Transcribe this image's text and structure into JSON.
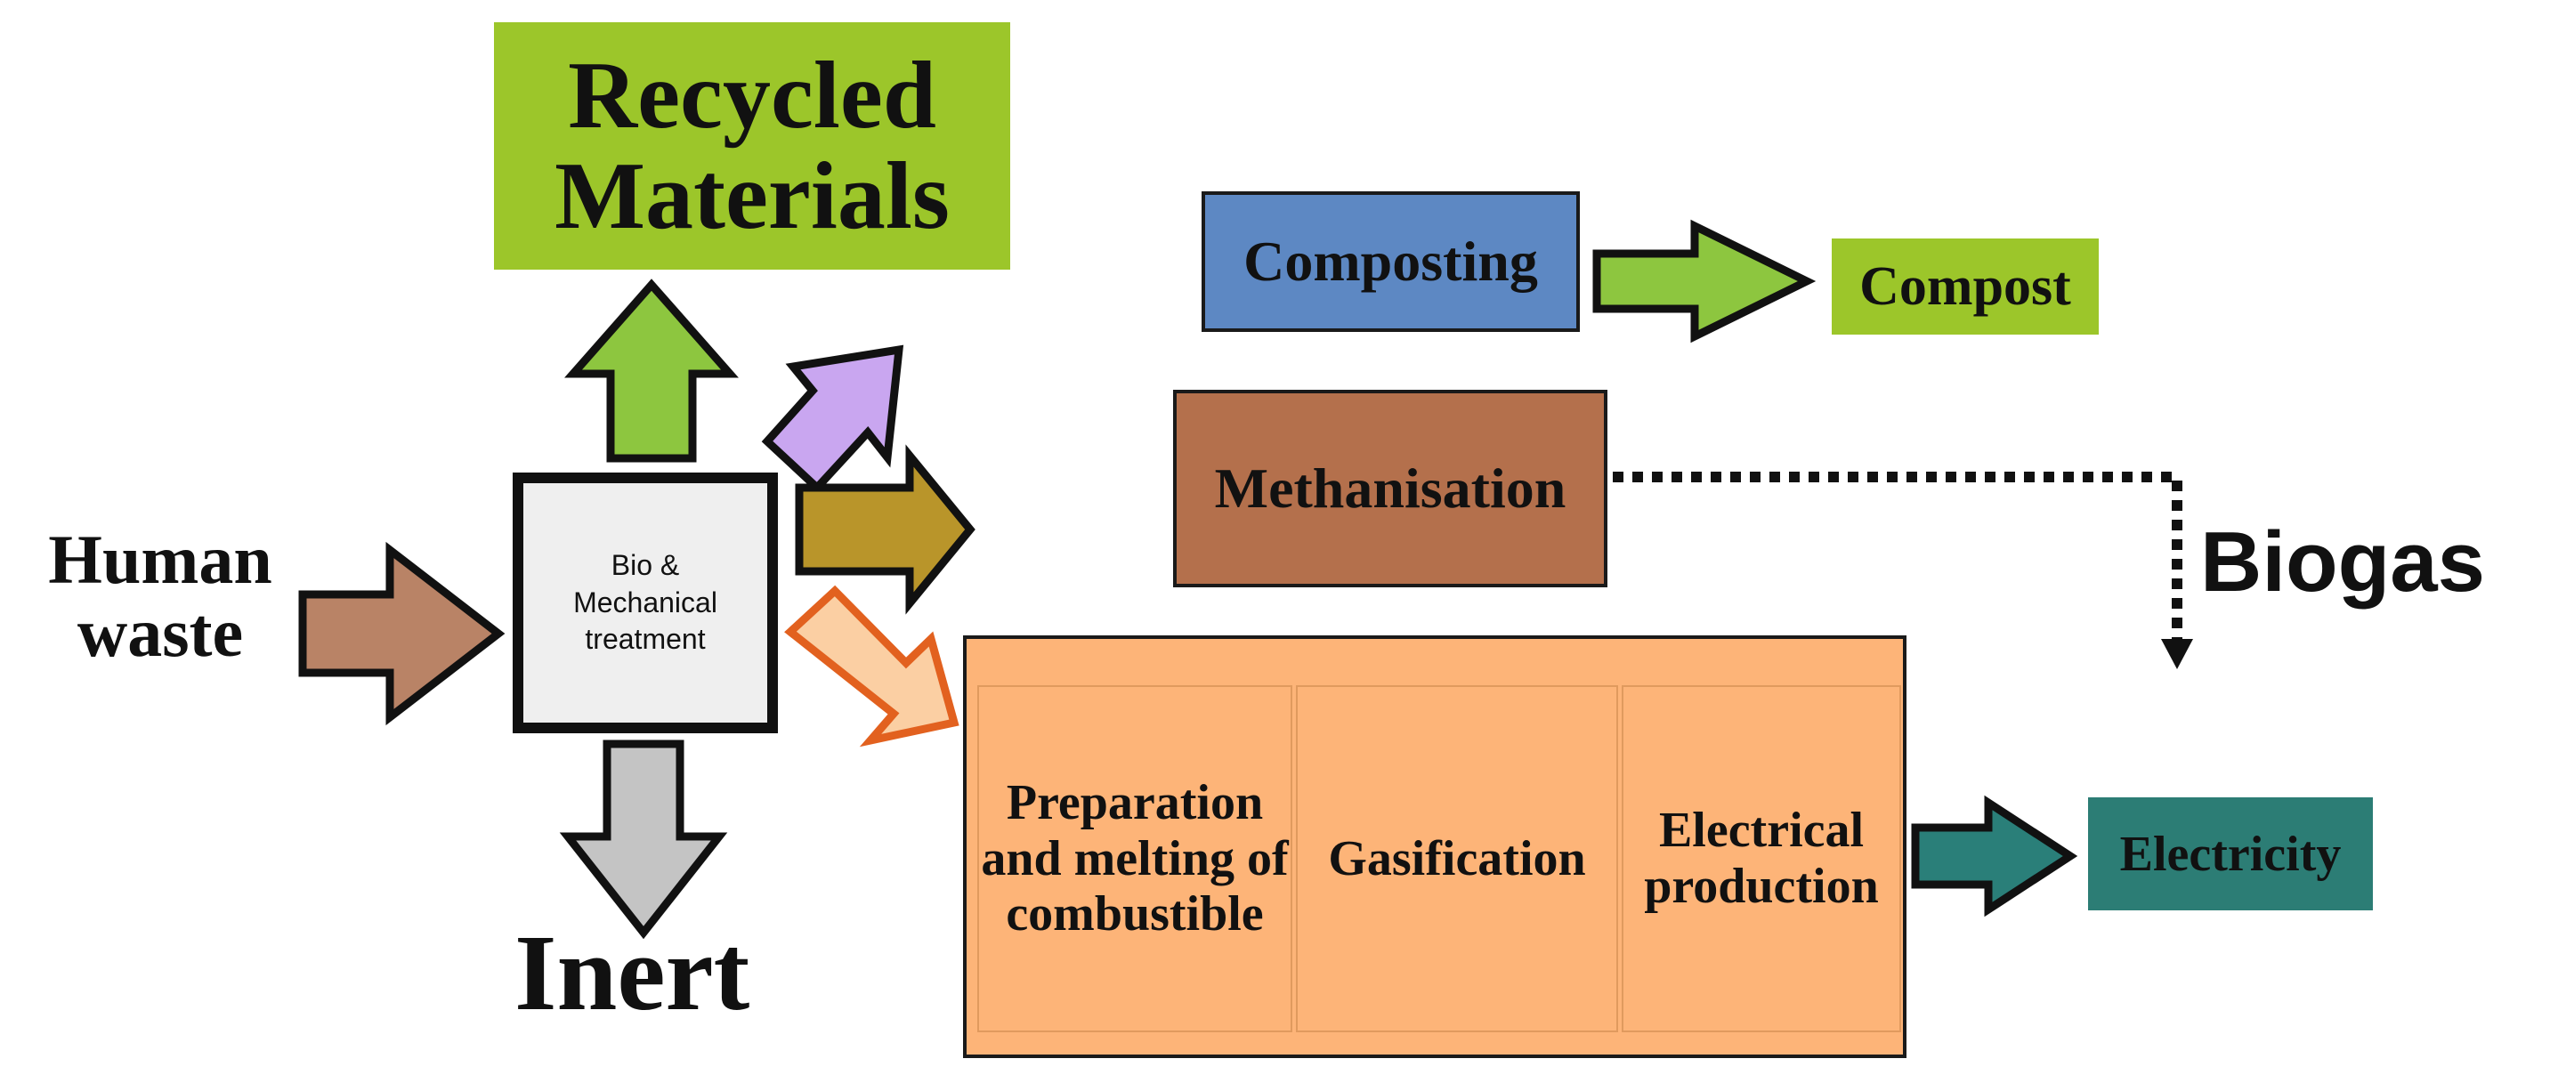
{
  "diagram": {
    "inputs": {
      "human_waste": "Human waste"
    },
    "treatment": {
      "line1": "Bio &",
      "line2": "Mechanical",
      "line3": "treatment"
    },
    "outputs": {
      "recycled_materials": "Recycled Materials",
      "inert": "Inert",
      "compost": "Compost",
      "biogas": "Biogas",
      "electricity": "Electricity"
    },
    "processes": {
      "composting": "Composting",
      "methanisation": "Methanisation",
      "stages": [
        {
          "label": "Preparation and melting of combustible"
        },
        {
          "label": "Gasification"
        },
        {
          "label": "Electrical production"
        }
      ]
    },
    "colors": {
      "recycled_green": "#9cc62a",
      "composting_blue": "#5d88c3",
      "methanisation_brown": "#b4704c",
      "process_orange": "#fdb478",
      "electricity_teal": "#2c7d75",
      "arrow_brown": "#b98366",
      "arrow_purple": "#c9a6f0",
      "arrow_olive": "#b9952a",
      "arrow_gray": "#c4c4c4"
    }
  }
}
